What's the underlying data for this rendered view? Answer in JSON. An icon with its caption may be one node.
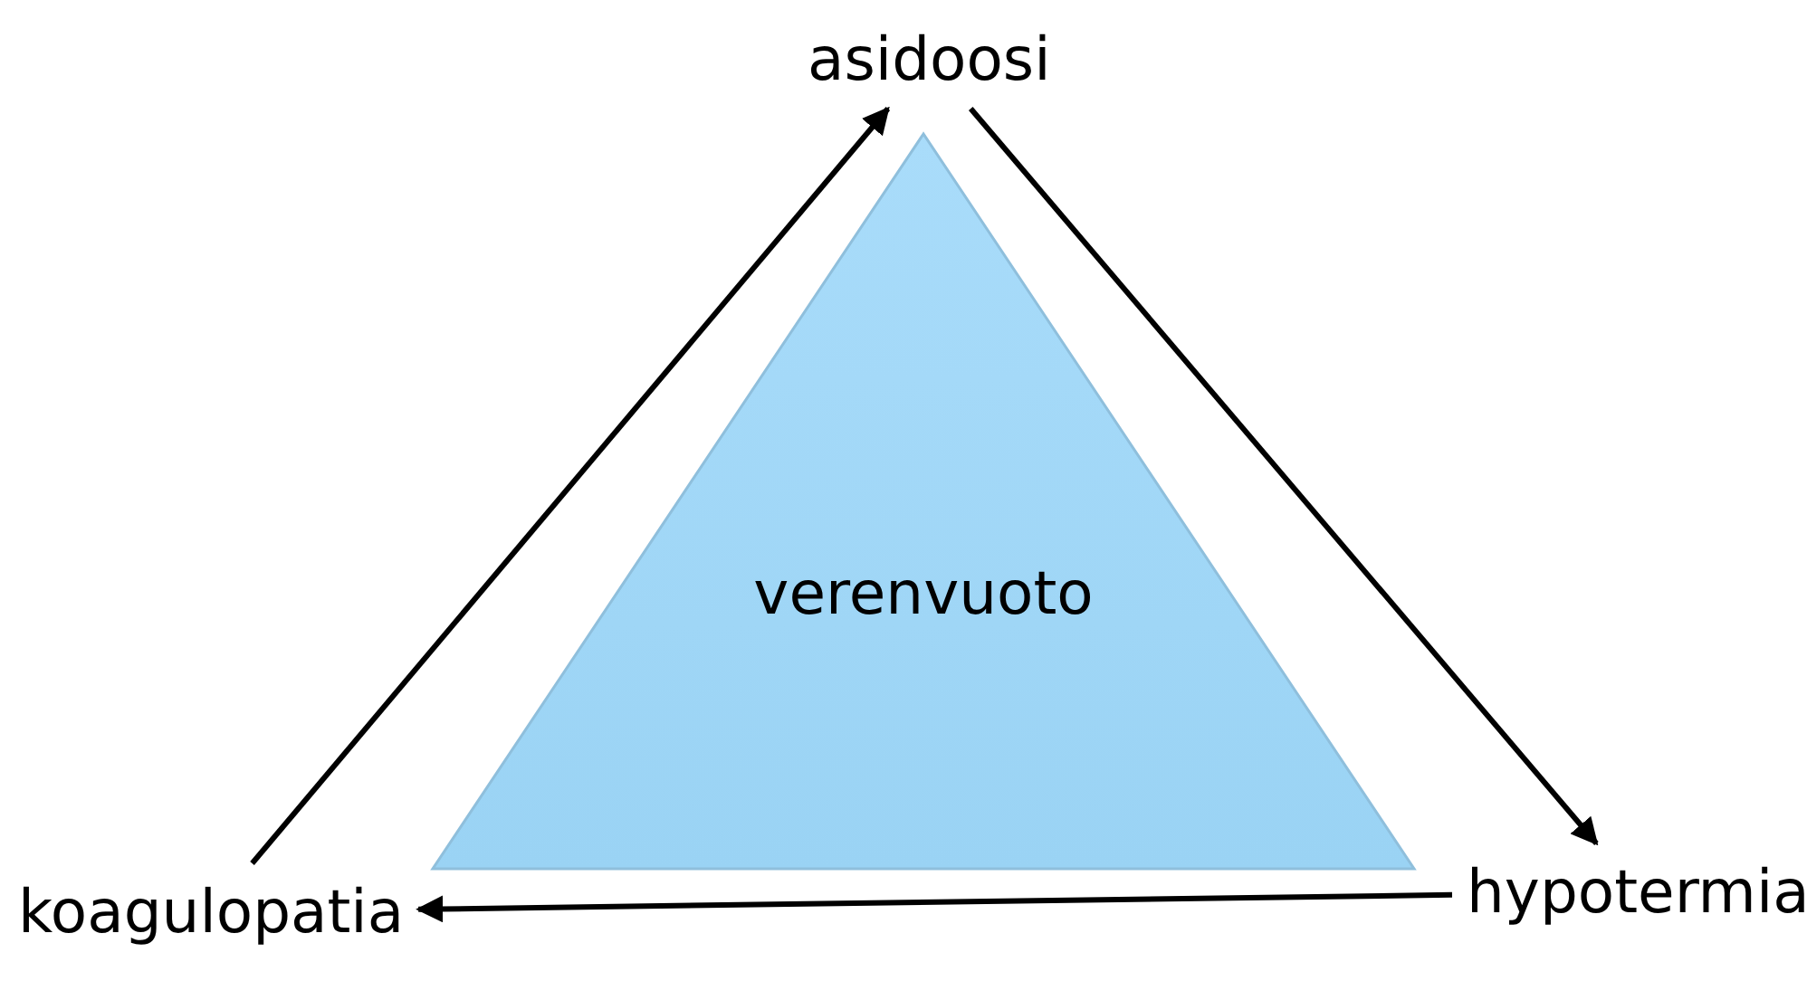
{
  "diagram": {
    "nodes": [
      {
        "text": [
          "asidoosi"
        ]
      },
      {
        "text": [
          "verenvuoto"
        ]
      },
      {
        "text": [
          "koagulopatia"
        ]
      },
      {
        "text": [
          "hypotermia"
        ]
      }
    ],
    "edges": [
      {
        "from": 2,
        "to": 0,
        "arrow": "to"
      },
      {
        "from": 0,
        "to": 3,
        "arrow": "to"
      },
      {
        "from": 3,
        "to": 2,
        "arrow": "to"
      }
    ]
  }
}
